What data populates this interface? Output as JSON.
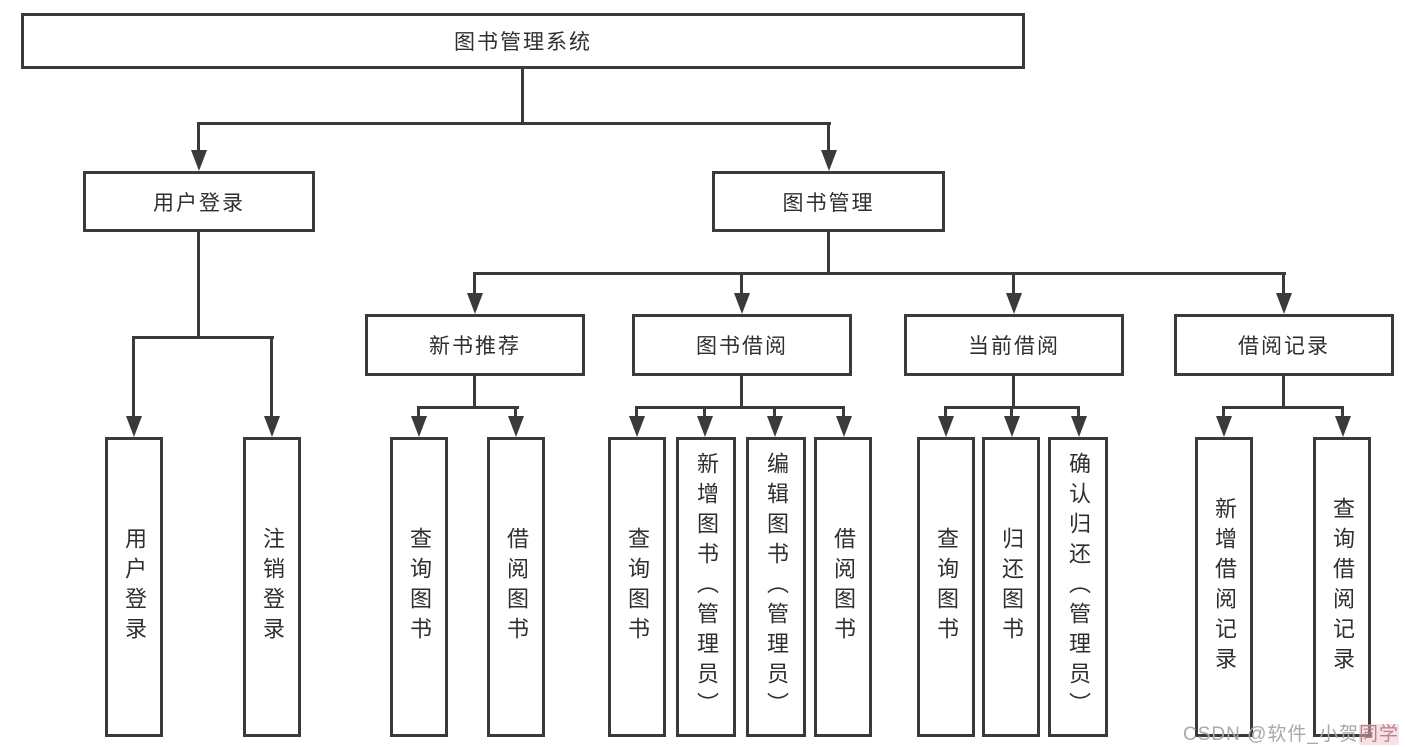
{
  "diagram": {
    "title": "图书管理系统",
    "root": {
      "label": "图书管理系统"
    },
    "branches": [
      {
        "label": "用户登录",
        "children": [
          {
            "label": "用户登录"
          },
          {
            "label": "注销登录"
          }
        ]
      },
      {
        "label": "图书管理",
        "children": [
          {
            "label": "新书推荐",
            "children": [
              {
                "label": "查询图书"
              },
              {
                "label": "借阅图书"
              }
            ]
          },
          {
            "label": "图书借阅",
            "children": [
              {
                "label": "查询图书"
              },
              {
                "label": "新增图书（管理员）"
              },
              {
                "label": "编辑图书（管理员）"
              },
              {
                "label": "借阅图书"
              }
            ]
          },
          {
            "label": "当前借阅",
            "children": [
              {
                "label": "查询图书"
              },
              {
                "label": "归还图书"
              },
              {
                "label": "确认归还（管理员）"
              }
            ]
          },
          {
            "label": "借阅记录",
            "children": [
              {
                "label": "新增借阅记录"
              },
              {
                "label": "查询借阅记录"
              }
            ]
          }
        ]
      }
    ],
    "colors": {
      "line": "#3a3a3a",
      "text": "#2f2f2f",
      "background": "#ffffff"
    }
  },
  "watermark": {
    "prefix": "CSDN @软件_小贺",
    "accent": "同学"
  }
}
